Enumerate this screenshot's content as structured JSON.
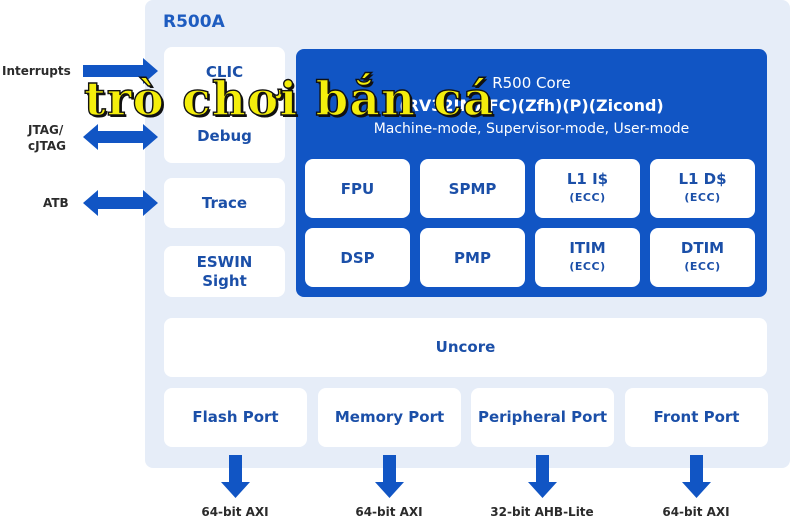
{
  "soc": {
    "title": "R500A"
  },
  "left_blocks": {
    "clic": "CLIC",
    "debug": "Debug",
    "trace": "Trace",
    "eswin_sight_line1": "ESWIN",
    "eswin_sight_line2": "Sight"
  },
  "external": {
    "interrupts": "Interrupts",
    "jtag_line1": "JTAG/",
    "jtag_line2": "cJTAG",
    "atb": "ATB"
  },
  "core": {
    "title": "R500 Core",
    "isa": "(RV32IMAFC)(Zfh)(P)(Zicond)",
    "modes": "Machine-mode, Supervisor-mode, User-mode",
    "units": [
      {
        "label": "FPU",
        "sub": ""
      },
      {
        "label": "SPMP",
        "sub": ""
      },
      {
        "label": "L1 I$",
        "sub": "(ECC)"
      },
      {
        "label": "L1 D$",
        "sub": "(ECC)"
      },
      {
        "label": "DSP",
        "sub": ""
      },
      {
        "label": "PMP",
        "sub": ""
      },
      {
        "label": "ITIM",
        "sub": "(ECC)"
      },
      {
        "label": "DTIM",
        "sub": "(ECC)"
      }
    ]
  },
  "uncore": "Uncore",
  "ports": [
    "Flash Port",
    "Memory Port",
    "Peripheral Port",
    "Front Port"
  ],
  "buses": [
    "64-bit AXI",
    "64-bit AXI",
    "32-bit AHB-Lite",
    "64-bit AXI"
  ],
  "overlay_text": "trò chơi bắn cá",
  "colors": {
    "panel": "#e6edf8",
    "core": "#1155c4",
    "text_blue": "#1b4fa8",
    "arrow": "#1155c4",
    "overlay_fill": "#f4ee0c"
  }
}
